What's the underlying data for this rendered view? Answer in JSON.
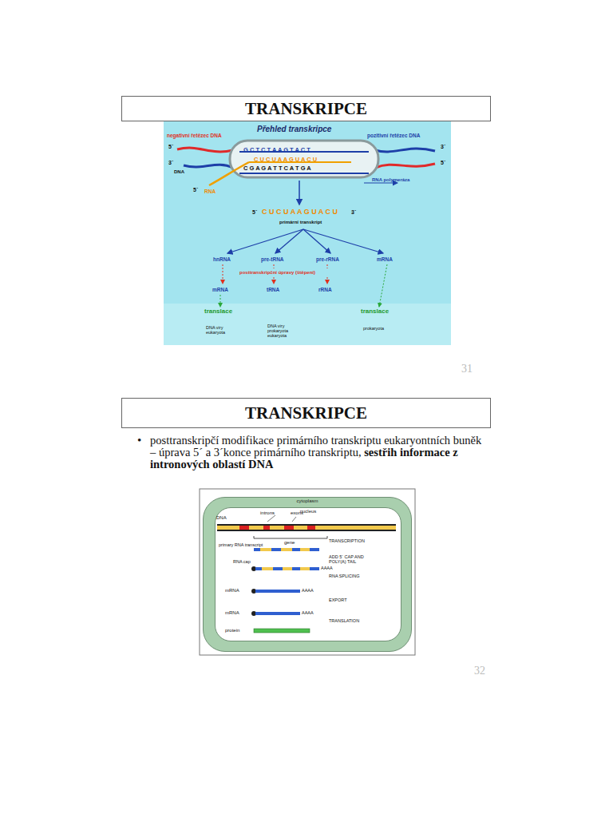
{
  "diagram": {
    "nodes": [
      {
        "text": [
          "TRANSKRIPCE"
        ]
      },
      {
        "text": [
          "TRANSKRIPCE"
        ]
      },
      {
        "text": [
          "cytoplasm"
        ]
      },
      {
        "text": [
          "nucleus"
        ],
        "in": 2
      }
    ],
    "labels": [
      "Přehled transkripce",
      "negativní řetězec DNA",
      "pozitivní řetězec DNA",
      "5´",
      "3´",
      "3´",
      "DNA",
      "5´",
      "5´",
      "RNA",
      "RNA polymeráza",
      "G C T C T A A G T A C T",
      "C U C U A A G U A C U",
      "C G A G A T T C A T G A",
      "5´",
      "C U C U A A G U A C U",
      "3´",
      "primární transkript",
      "hnRNA",
      "pre-tRNA",
      "pre-rRNA",
      "mRNA",
      "posttranskripční úpravy (štěpení)",
      "mRNA",
      "tRNA",
      "rRNA",
      "translace",
      "translace",
      "DNA viry eukaryota",
      "DNA viry prokaryota eukaryota",
      "prokaryota",
      "31",
      "•",
      "posttranskripčí modifikace primárního transkriptu eukaryontních buněk – úprava 5´ a 3´konce primárního transkriptu, ",
      "sestřih informace z intronových oblastí DNA",
      "DNA",
      "introns",
      "exons",
      "gene",
      "primary RNA transcript",
      "TRANSCRIPTION",
      "ADD 5´ CAP AND POLY(A) TAIL",
      "RNA cap",
      "AAAA",
      "RNA SPLICING",
      "mRNA",
      "AAAA",
      "EXPORT",
      "mRNA",
      "AAAA",
      "TRANSLATION",
      "protein",
      "32"
    ]
  }
}
